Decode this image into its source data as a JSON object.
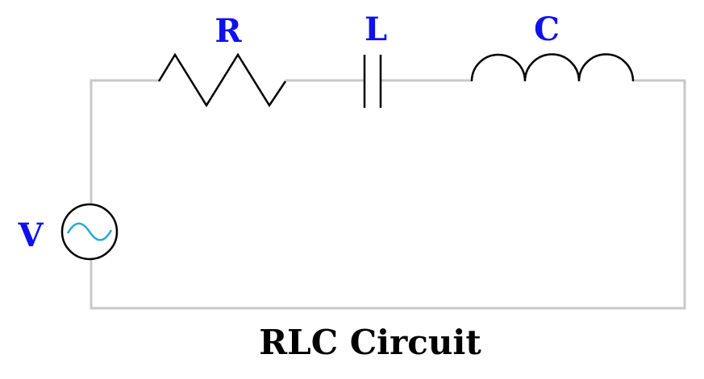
{
  "diagram": {
    "caption": "RLC Circuit",
    "labels": {
      "resistor": "R",
      "capacitor": "L",
      "inductor": "C",
      "source": "V"
    },
    "colors": {
      "label": "#1010ee",
      "caption": "#000000",
      "wire": "#c8c8c8",
      "component": "#000000",
      "source_wave": "#29a9d9"
    },
    "icons": {
      "resistor": "resistor-zigzag-icon",
      "capacitor": "capacitor-plates-icon",
      "inductor": "inductor-coil-icon",
      "source": "ac-source-icon"
    }
  }
}
